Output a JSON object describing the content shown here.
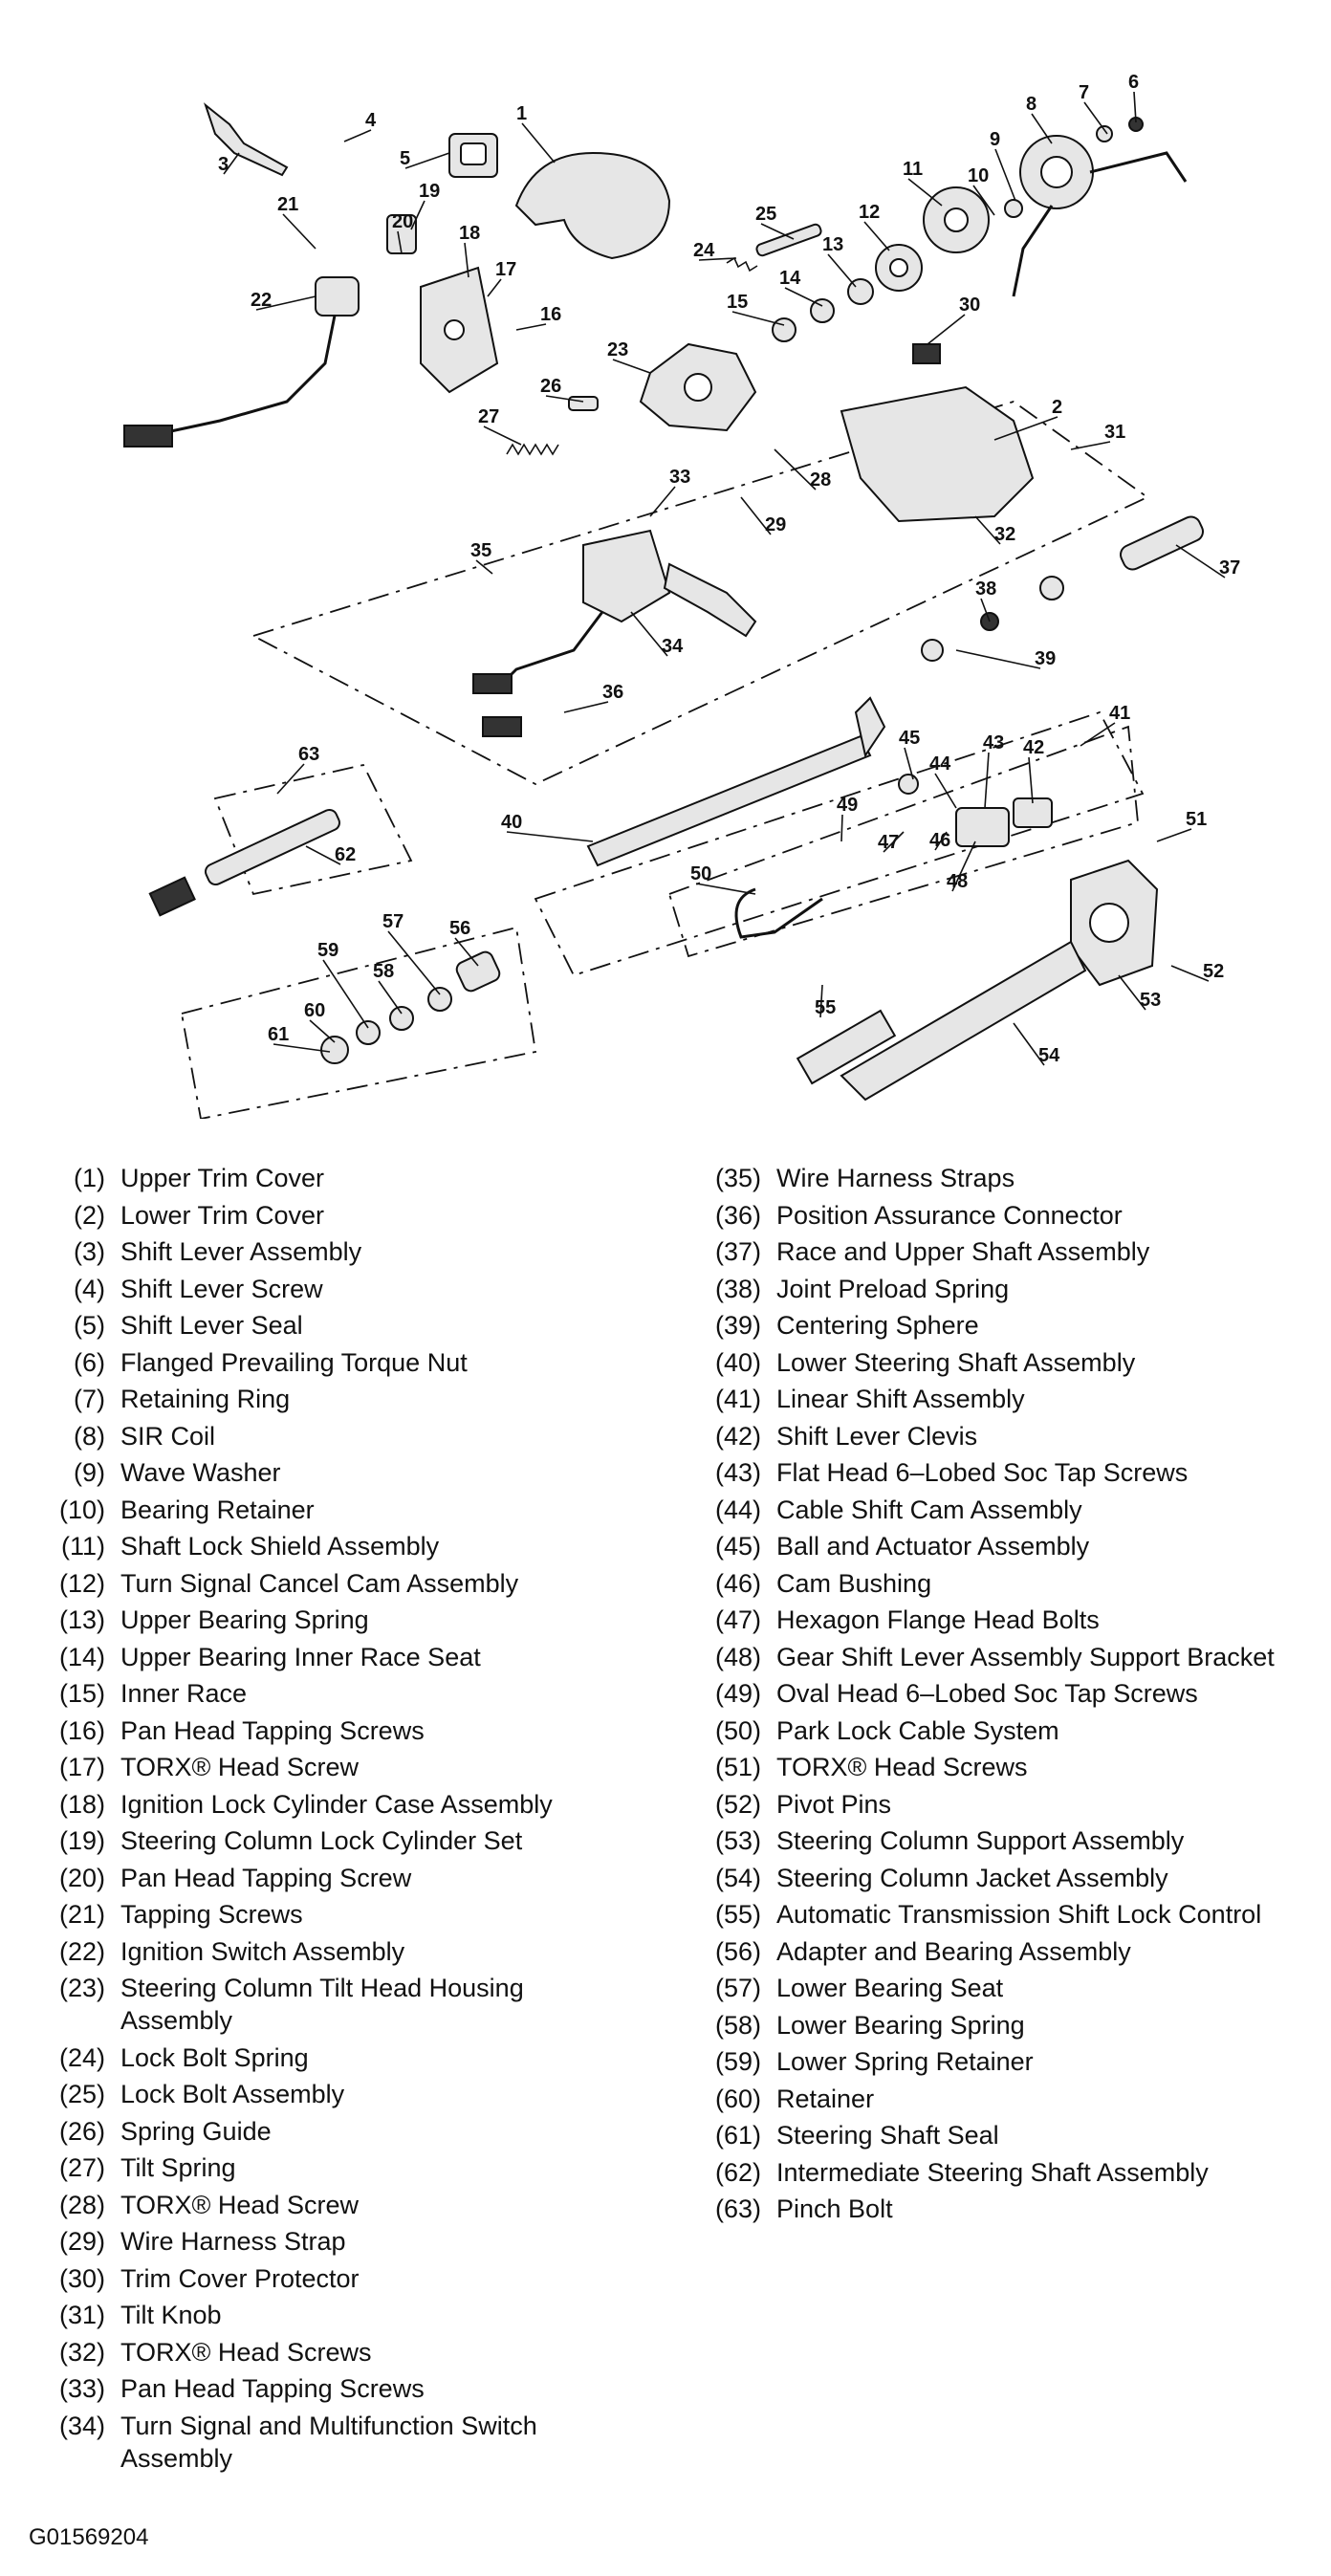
{
  "callouts": [
    "1",
    "2",
    "3",
    "4",
    "5",
    "6",
    "7",
    "8",
    "9",
    "10",
    "11",
    "12",
    "13",
    "14",
    "15",
    "16",
    "17",
    "18",
    "19",
    "20",
    "21",
    "22",
    "23",
    "24",
    "25",
    "26",
    "27",
    "28",
    "29",
    "30",
    "31",
    "32",
    "33",
    "34",
    "35",
    "36",
    "37",
    "38",
    "39",
    "40",
    "41",
    "42",
    "43",
    "44",
    "45",
    "46",
    "47",
    "48",
    "49",
    "50",
    "51",
    "52",
    "53",
    "54",
    "55",
    "56",
    "57",
    "58",
    "59",
    "60",
    "61",
    "62",
    "63"
  ],
  "legend_left": [
    {
      "num": "(1)",
      "label": "Upper Trim Cover"
    },
    {
      "num": "(2)",
      "label": "Lower Trim Cover"
    },
    {
      "num": "(3)",
      "label": "Shift Lever Assembly"
    },
    {
      "num": "(4)",
      "label": "Shift Lever Screw"
    },
    {
      "num": "(5)",
      "label": "Shift Lever Seal"
    },
    {
      "num": "(6)",
      "label": "Flanged Prevailing Torque Nut"
    },
    {
      "num": "(7)",
      "label": "Retaining Ring"
    },
    {
      "num": "(8)",
      "label": "SIR Coil"
    },
    {
      "num": "(9)",
      "label": "Wave Washer"
    },
    {
      "num": "(10)",
      "label": "Bearing Retainer"
    },
    {
      "num": "(11)",
      "label": "Shaft Lock Shield Assembly"
    },
    {
      "num": "(12)",
      "label": "Turn Signal Cancel Cam Assembly"
    },
    {
      "num": "(13)",
      "label": "Upper Bearing Spring"
    },
    {
      "num": "(14)",
      "label": "Upper Bearing Inner Race Seat"
    },
    {
      "num": "(15)",
      "label": "Inner Race"
    },
    {
      "num": "(16)",
      "label": "Pan Head Tapping Screws"
    },
    {
      "num": "(17)",
      "label": "TORX® Head Screw"
    },
    {
      "num": "(18)",
      "label": "Ignition Lock Cylinder Case Assembly"
    },
    {
      "num": "(19)",
      "label": "Steering Column Lock Cylinder Set"
    },
    {
      "num": "(20)",
      "label": "Pan Head Tapping Screw"
    },
    {
      "num": "(21)",
      "label": "Tapping Screws"
    },
    {
      "num": "(22)",
      "label": "Ignition Switch Assembly"
    },
    {
      "num": "(23)",
      "label": "Steering Column Tilt Head Housing\nAssembly"
    },
    {
      "num": "(24)",
      "label": "Lock Bolt Spring"
    },
    {
      "num": "(25)",
      "label": "Lock Bolt Assembly"
    },
    {
      "num": "(26)",
      "label": "Spring Guide"
    },
    {
      "num": "(27)",
      "label": "Tilt Spring"
    },
    {
      "num": "(28)",
      "label": "TORX® Head Screw"
    },
    {
      "num": "(29)",
      "label": "Wire Harness Strap"
    },
    {
      "num": "(30)",
      "label": "Trim Cover Protector"
    },
    {
      "num": "(31)",
      "label": "Tilt Knob"
    },
    {
      "num": "(32)",
      "label": "TORX® Head Screws"
    },
    {
      "num": "(33)",
      "label": "Pan Head Tapping Screws"
    },
    {
      "num": "(34)",
      "label": "Turn Signal and Multifunction Switch\nAssembly"
    }
  ],
  "legend_right": [
    {
      "num": "(35)",
      "label": "Wire Harness Straps"
    },
    {
      "num": "(36)",
      "label": "Position Assurance Connector"
    },
    {
      "num": "(37)",
      "label": "Race and Upper Shaft Assembly"
    },
    {
      "num": "(38)",
      "label": "Joint Preload Spring"
    },
    {
      "num": "(39)",
      "label": "Centering Sphere"
    },
    {
      "num": "(40)",
      "label": "Lower Steering Shaft Assembly"
    },
    {
      "num": "(41)",
      "label": "Linear Shift Assembly"
    },
    {
      "num": "(42)",
      "label": "Shift Lever Clevis"
    },
    {
      "num": "(43)",
      "label": "Flat Head 6–Lobed Soc Tap Screws"
    },
    {
      "num": "(44)",
      "label": "Cable Shift Cam Assembly"
    },
    {
      "num": "(45)",
      "label": "Ball and Actuator Assembly"
    },
    {
      "num": "(46)",
      "label": "Cam Bushing"
    },
    {
      "num": "(47)",
      "label": "Hexagon Flange Head Bolts"
    },
    {
      "num": "(48)",
      "label": "Gear Shift Lever Assembly Support Bracket"
    },
    {
      "num": "(49)",
      "label": "Oval Head 6–Lobed Soc Tap Screws"
    },
    {
      "num": "(50)",
      "label": "Park Lock Cable System"
    },
    {
      "num": "(51)",
      "label": "TORX® Head Screws"
    },
    {
      "num": "(52)",
      "label": "Pivot Pins"
    },
    {
      "num": "(53)",
      "label": "Steering Column Support Assembly"
    },
    {
      "num": "(54)",
      "label": "Steering Column Jacket Assembly"
    },
    {
      "num": "(55)",
      "label": "Automatic Transmission Shift Lock Control"
    },
    {
      "num": "(56)",
      "label": "Adapter and Bearing Assembly"
    },
    {
      "num": "(57)",
      "label": "Lower Bearing Seat"
    },
    {
      "num": "(58)",
      "label": "Lower Bearing Spring"
    },
    {
      "num": "(59)",
      "label": "Lower Spring Retainer"
    },
    {
      "num": "(60)",
      "label": "Retainer"
    },
    {
      "num": "(61)",
      "label": "Steering Shaft Seal"
    },
    {
      "num": "(62)",
      "label": "Intermediate Steering Shaft Assembly"
    },
    {
      "num": "(63)",
      "label": "Pinch Bolt"
    }
  ],
  "figure_code": "G01569204"
}
